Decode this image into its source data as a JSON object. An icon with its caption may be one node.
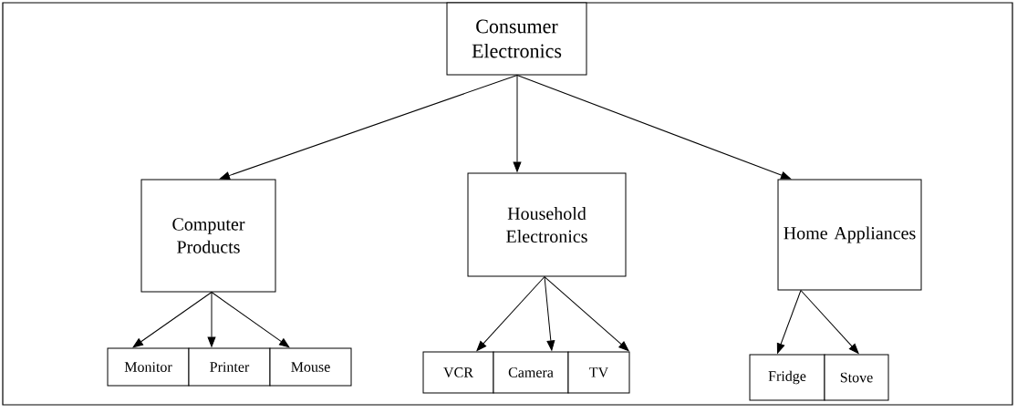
{
  "diagram": {
    "nodes": [
      {
        "text": [
          "Consumer Electronics"
        ]
      },
      {
        "text": [
          "Computer Products"
        ]
      },
      {
        "text": [
          "Household Electronics"
        ]
      },
      {
        "text": [
          "Home Appliances"
        ]
      },
      {
        "text": [
          "Monitor"
        ]
      },
      {
        "text": [
          "Printer"
        ]
      },
      {
        "text": [
          "Mouse"
        ]
      },
      {
        "text": [
          "VCR"
        ]
      },
      {
        "text": [
          "Camera"
        ]
      },
      {
        "text": [
          "TV"
        ]
      },
      {
        "text": [
          "Fridge"
        ]
      },
      {
        "text": [
          "Stove"
        ]
      }
    ],
    "edges": [
      {
        "from": 0,
        "to": 1,
        "arrow": "to"
      },
      {
        "from": 0,
        "to": 2,
        "arrow": "to"
      },
      {
        "from": 0,
        "to": 3,
        "arrow": "to"
      },
      {
        "from": 1,
        "to": 4,
        "arrow": "to"
      },
      {
        "from": 1,
        "to": 5,
        "arrow": "to"
      },
      {
        "from": 1,
        "to": 6,
        "arrow": "to"
      },
      {
        "from": 2,
        "to": 7,
        "arrow": "to"
      },
      {
        "from": 2,
        "to": 8,
        "arrow": "to"
      },
      {
        "from": 2,
        "to": 9,
        "arrow": "to"
      },
      {
        "from": 3,
        "to": 10,
        "arrow": "to"
      },
      {
        "from": 3,
        "to": 11,
        "arrow": "to"
      }
    ]
  }
}
